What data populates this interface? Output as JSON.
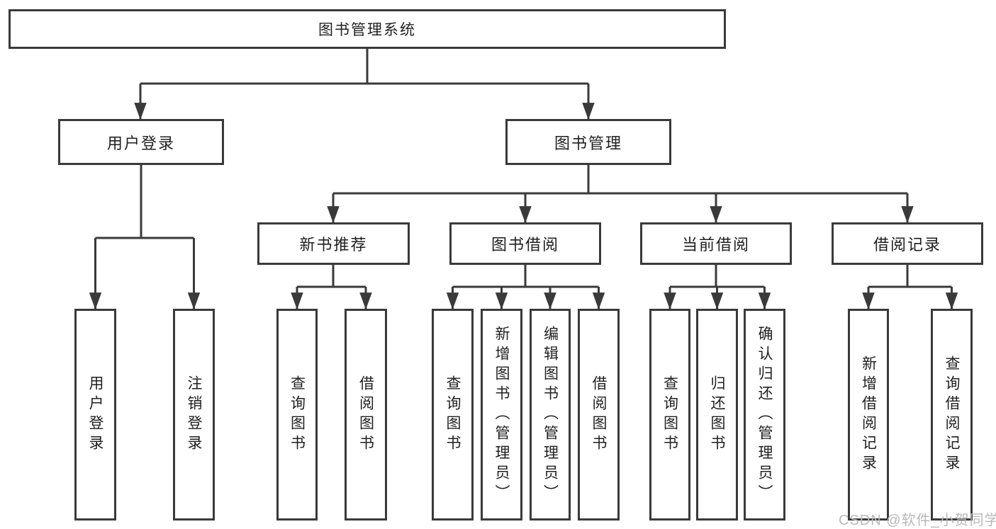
{
  "tree": {
    "root": {
      "label": "图书管理系统"
    },
    "branches": [
      {
        "label": "用户登录",
        "children": [
          {
            "label": "用户登录"
          },
          {
            "label": "注销登录"
          }
        ]
      },
      {
        "label": "图书管理",
        "children": [
          {
            "label": "新书推荐",
            "children": [
              {
                "label": "查询图书"
              },
              {
                "label": "借阅图书"
              }
            ]
          },
          {
            "label": "图书借阅",
            "children": [
              {
                "label": "查询图书"
              },
              {
                "label": "新增图书（管理员）"
              },
              {
                "label": "编辑图书（管理员）"
              },
              {
                "label": "借阅图书"
              }
            ]
          },
          {
            "label": "当前借阅",
            "children": [
              {
                "label": "查询图书"
              },
              {
                "label": "归还图书"
              },
              {
                "label": "确认归还（管理员）"
              }
            ]
          },
          {
            "label": "借阅记录",
            "children": [
              {
                "label": "新增借阅记录"
              },
              {
                "label": "查询借阅记录"
              }
            ]
          }
        ]
      }
    ]
  },
  "watermark": {
    "text": "CSDN @软件_小贺同学"
  },
  "colors": {
    "line": "#3a3a3a",
    "text": "#1f1f1f",
    "watermark": "#b9b9b9",
    "background": "#ffffff"
  }
}
